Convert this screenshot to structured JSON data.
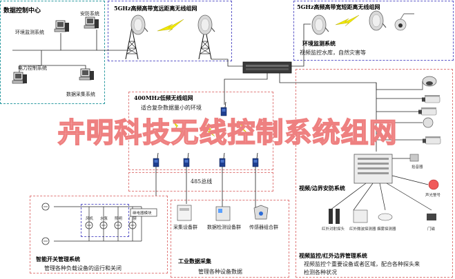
{
  "groups": {
    "data_center": {
      "title": "数据控制中心",
      "env_system": "环境监测系统",
      "security_system": "安防系统",
      "power_system": "电力控制系统",
      "data_system": "数据采集系统"
    },
    "long_range": {
      "title": "5GHz高频高带宽远距离无线组网"
    },
    "short_range": {
      "title": "5GHz高频高带宽短距离无线组网",
      "system_name": "环境监测系统",
      "system_desc": "视频监控水库，自然灾害等"
    },
    "low_freq": {
      "title": "400MHz低频无线组网",
      "desc": "适合复杂数据量小的环境"
    },
    "bus": {
      "label": "485总线"
    },
    "switch_mgmt": {
      "relay_label": "继电器模块",
      "title": "智能开关管理系统",
      "desc": "管理各种负载设备的运行和关闭"
    },
    "industrial": {
      "dev1": "采集设备群",
      "dev2": "数据检测设备群",
      "dev3": "传感器组合群",
      "title": "工业数据采集",
      "desc": "管理各种设备数据"
    },
    "security": {
      "title": "视频/边界安防系统",
      "devices": [
        "红外对射探头",
        "红外微波探测器",
        "烟雾探测器",
        "门磁"
      ],
      "horn_label": "拾音器",
      "alarm_label": "声光警号",
      "mgmt_title": "视频监控/红外边界管理系统",
      "mgmt_desc_1": "视频监控个重要设备或者区域，配合各种探头来",
      "mgmt_desc_2": "检测各种状况"
    }
  },
  "tiny_labels": {
    "fan": "风机",
    "pump": "水泵",
    "light": "照明",
    "door": "门禁"
  },
  "watermark": "卉明科技无线控制系统组网"
}
